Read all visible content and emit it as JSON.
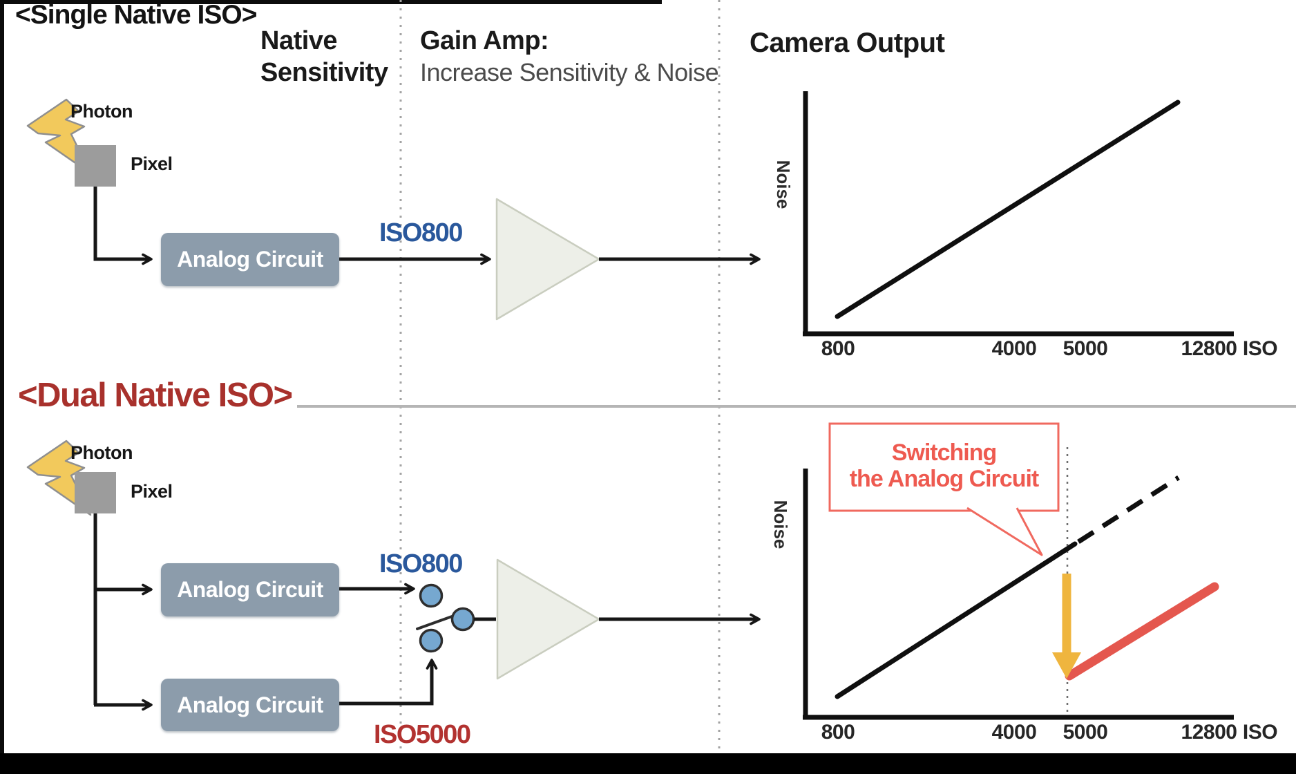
{
  "sections": {
    "single": {
      "title": "<Single Native ISO>"
    },
    "dual": {
      "title": "<Dual Native ISO>"
    }
  },
  "headers": {
    "native_line1": "Native",
    "native_line2": "Sensitivity",
    "gain_line1": "Gain Amp:",
    "gain_line2": "Increase Sensitivity & Noise",
    "camera_output": "Camera Output"
  },
  "labels": {
    "photon": "Photon",
    "pixel": "Pixel",
    "analog_circuit": "Analog Circuit",
    "iso800": "ISO800",
    "iso5000": "ISO5000",
    "noise": "Noise",
    "iso": "ISO"
  },
  "axis_ticks": [
    "800",
    "4000",
    "5000",
    "12800"
  ],
  "callout": {
    "line1": "Switching",
    "line2": "the Analog Circuit"
  },
  "colors": {
    "dual_title_red": "#a8312c",
    "iso800_blue": "#2a589c",
    "iso5000_red": "#b23230",
    "analog_box_gray_blue": "#8c9cab",
    "switch_circle_blue": "#76a8d0",
    "amp_triangle_fill": "#edefe8",
    "amp_triangle_stroke": "#c9cdbf",
    "photon_bolt_yellow": "#f2c95c",
    "pixel_gray": "#9c9c9c",
    "callout_red": "#ee5a50",
    "noise_line_red": "#e4574e",
    "drop_arrow_yellow": "#efb53e",
    "divider_gray": "#b5b5b5",
    "dotted_separator_gray": "#a3a3a3",
    "flow_line_black": "#161616"
  },
  "chart_data": [
    {
      "type": "line",
      "title": "Camera Output",
      "context": "Single Native ISO",
      "xlabel": "ISO",
      "ylabel": "Noise",
      "x_ticks": [
        800,
        4000,
        5000,
        12800
      ],
      "x_range": [
        800,
        12800
      ],
      "grid": false,
      "series": [
        {
          "name": "Noise (single analog circuit, gain amp)",
          "style": "solid-black",
          "points": [
            [
              800,
              1
            ],
            [
              12800,
              10
            ]
          ]
        }
      ]
    },
    {
      "type": "line",
      "title": "Camera Output",
      "context": "Dual Native ISO",
      "xlabel": "ISO",
      "ylabel": "Noise",
      "x_ticks": [
        800,
        4000,
        5000,
        12800
      ],
      "x_range": [
        800,
        12800
      ],
      "grid": false,
      "annotation": {
        "text": "Switching the Analog Circuit",
        "at_iso": 4700
      },
      "series": [
        {
          "name": "Noise, ISO800 circuit",
          "style": "solid-black",
          "points": [
            [
              800,
              1
            ],
            [
              4700,
              7.1
            ]
          ]
        },
        {
          "name": "Noise, ISO800 circuit if not switched",
          "style": "dashed-black",
          "points": [
            [
              4700,
              7.1
            ],
            [
              12800,
              10
            ]
          ]
        },
        {
          "name": "Noise, ISO5000 circuit after switch",
          "style": "thick-red",
          "points": [
            [
              4700,
              1.9
            ],
            [
              12800,
              5.8
            ]
          ]
        }
      ]
    }
  ]
}
